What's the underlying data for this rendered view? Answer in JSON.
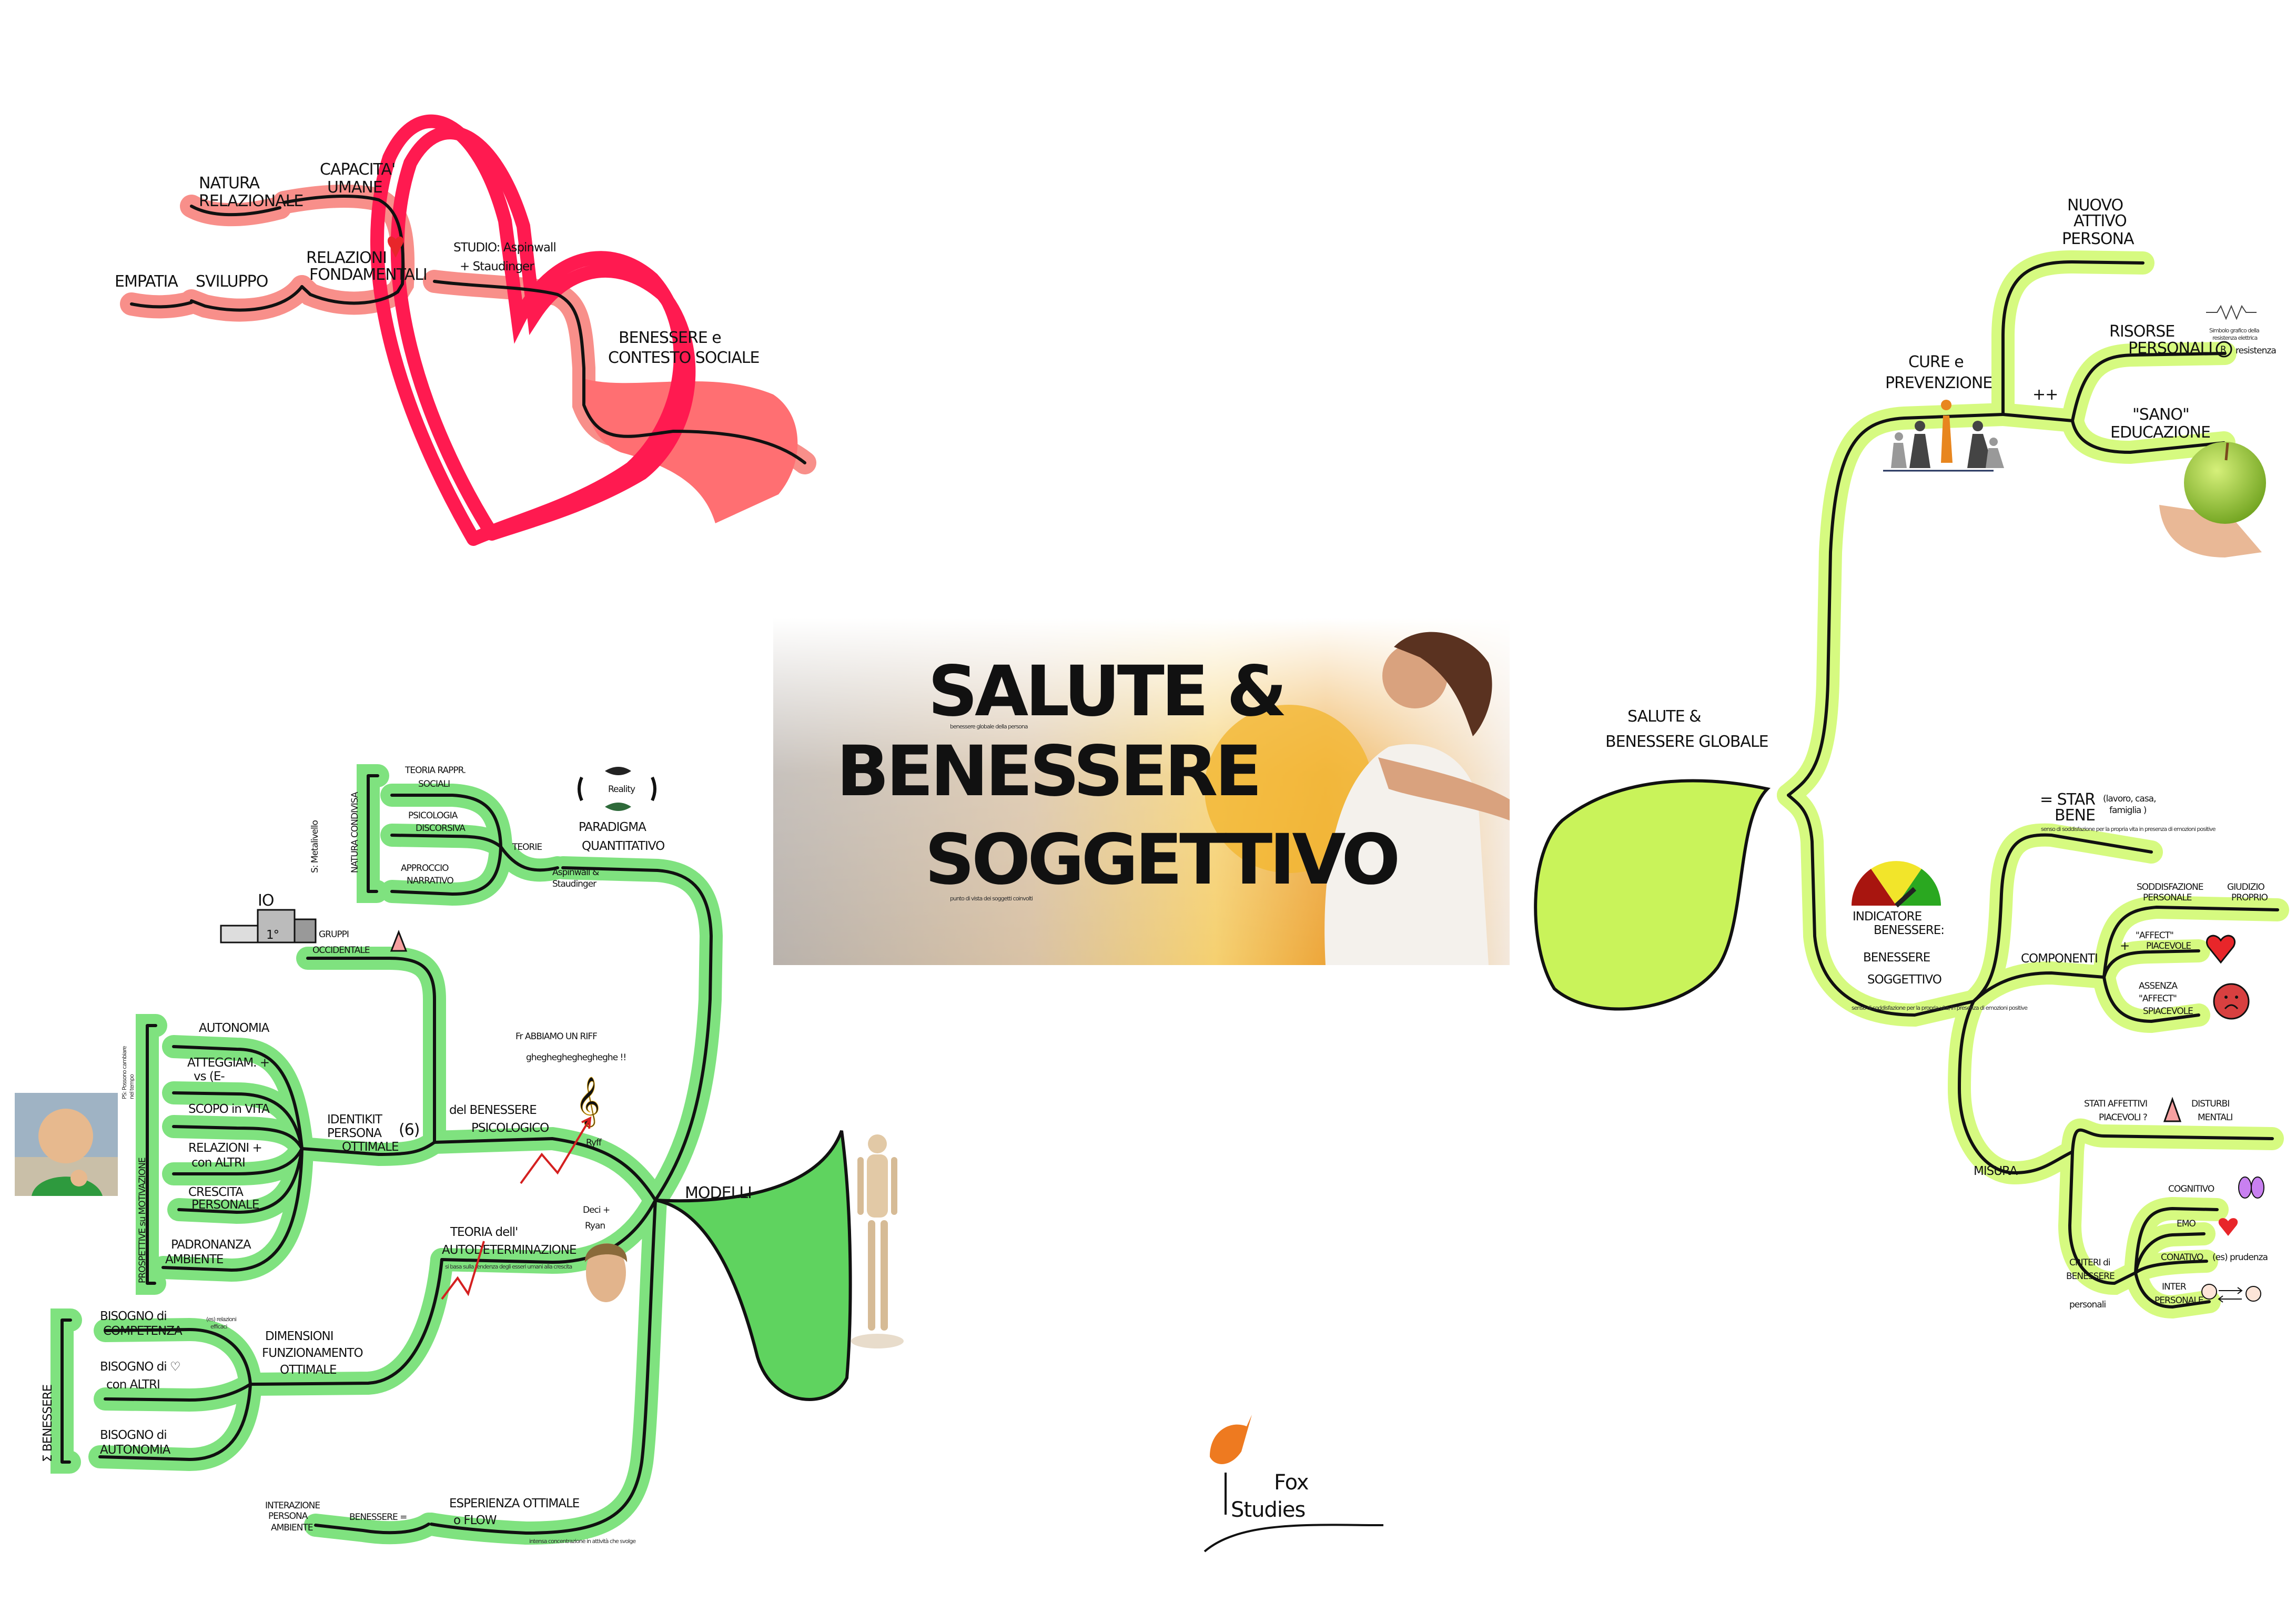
{
  "colors": {
    "lime": "#d6fa80",
    "green": "#7fe27f",
    "pink": "#f88f8a",
    "heart_red": "#ff1a50",
    "ink": "#111111"
  },
  "title": {
    "lines": [
      "SALUTE &",
      "BENESSERE",
      "SOGGETTIVO"
    ],
    "caption_top": "benessere globale della persona",
    "caption_bottom": "punto di vista dei soggetti coinvolti"
  },
  "red_branch": {
    "natura_relazionale": [
      "NATURA",
      "RELAZIONALE"
    ],
    "capacita_umane": [
      "CAPACITA'",
      "UMANE"
    ],
    "relazioni_fondamentali": [
      "RELAZIONI",
      "FONDAMENTALI"
    ],
    "sviluppo": "SVILUPPO",
    "empatia": "EMPATIA",
    "studio": [
      "STUDIO: Aspinwall",
      "+ Staudinger"
    ],
    "contesto": [
      "BENESSERE e",
      "CONTESTO SOCIALE"
    ]
  },
  "right_branch": {
    "root": [
      "SALUTE &",
      "BENESSERE GLOBALE"
    ],
    "nuovo_ruolo": [
      "NUOVO",
      "ATTIVO",
      "PERSONA"
    ],
    "cure": [
      "CURE e",
      "PREVENZIONE"
    ],
    "plus": "++",
    "risorse": [
      "RISORSE",
      "PERSONALI"
    ],
    "resistenza": "resistenza",
    "resistenza_mark": "R",
    "resistor_caption": [
      "Simbolo grafico della",
      "resistenza elettrica"
    ],
    "sano": [
      "\"SANO\"",
      "EDUCAZIONE"
    ],
    "indicatore": [
      "INDICATORE",
      "BENESSERE:"
    ],
    "soggettivo": [
      "BENESSERE",
      "SOGGETTIVO"
    ],
    "soggettivo_caption": "senso di soddisfazione per la propria vita, in presenza di emozioni positive",
    "star_bene": [
      "= STAR",
      "BENE"
    ],
    "star_bene_note": [
      "(lavoro, casa,",
      "famiglia )"
    ],
    "star_bene_caption": "senso di soddisfazione per la propria vita in presenza di emozioni positive",
    "componenti": "COMPONENTI",
    "soddisfazione": [
      "SODDISFAZIONE",
      "PERSONALE"
    ],
    "giudizio": [
      "GIUDIZIO",
      "PROPRIO"
    ],
    "affect_plus": "+",
    "piacevole": [
      "\"AFFECT\"",
      "PIACEVOLE"
    ],
    "spiacevole": [
      "ASSENZA",
      "\"AFFECT\"",
      "SPIACEVOLE"
    ],
    "misura": "MISURA",
    "stati": [
      "STATI AFFETTIVI",
      "PIACEVOLI ?"
    ],
    "disturbi": [
      "DISTURBI",
      "MENTALI"
    ],
    "criteri": [
      "CRITERI di",
      "BENESSERE"
    ],
    "personali": "personali",
    "cognitivo": "COGNITIVO",
    "emo": "EMO",
    "conativo": "CONATIVO",
    "prudenza": "(es) prudenza",
    "interpersonale": [
      "INTER",
      "PERSONALE"
    ]
  },
  "left_branch": {
    "modelli": "MODELLI",
    "paradigma": [
      "PARADIGMA",
      "QUANTITATIVO"
    ],
    "reality": "Reality",
    "teorie": "TEORIE",
    "aspinwall": [
      "Aspinwall &",
      "Staudinger"
    ],
    "teoria_rappr": [
      "TEORIA RAPPR.",
      "SOCIALI"
    ],
    "psicologia": [
      "PSICOLOGIA",
      "DISCORSIVA"
    ],
    "approccio": [
      "APPROCCIO",
      "NARRATIVO"
    ],
    "natura_condivisa": "NATURA CONDIVISA",
    "metalivello": "S: Metalivello",
    "io": "IO",
    "primo": "1°",
    "gruppi": [
      "GRUPPI",
      "OCCIDENTALE"
    ],
    "identikit": [
      "IDENTIKIT",
      "PERSONA",
      "OTTIMALE"
    ],
    "identikit_count": "(6)",
    "psicologico": [
      "del BENESSERE",
      "PSICOLOGICO"
    ],
    "ryff": "Ryff",
    "riff": [
      "Fr ABBIAMO UN RIFF",
      "gheghegheghegheghe !!"
    ],
    "dimensioni_identikit": [
      [
        "AUTONOMIA"
      ],
      [
        "ATTEGGIAM. +",
        "vs (E-"
      ],
      [
        "SCOPO in VITA"
      ],
      [
        "RELAZIONI +",
        "con ALTRI"
      ],
      [
        "CRESCITA",
        "PERSONALE"
      ],
      [
        "PADRONANZA",
        "AMBIENTE"
      ]
    ],
    "prospettive": "PROSPETTIVE su MOTIVAZIONE",
    "ps_note": [
      "PS: Possono cambiare",
      "nel tempo"
    ],
    "autodeterminazione": [
      "TEORIA dell'",
      "AUTODETERMINAZIONE"
    ],
    "autodeterminazione_caption": "si basa sulla tendenza degli esseri umani alla crescita",
    "deci_ryan": [
      "Deci +",
      "Ryan"
    ],
    "funzionamento": [
      "DIMENSIONI",
      "FUNZIONAMENTO",
      "OTTIMALE"
    ],
    "bisogni": [
      [
        "BISOGNO di",
        "COMPETENZA"
      ],
      [
        "BISOGNO di ♡",
        "con ALTRI"
      ],
      [
        "BISOGNO di",
        "AUTONOMIA"
      ]
    ],
    "relazioni_efficaci": [
      "(es) relazioni",
      "efficaci"
    ],
    "somma_benessere": "Σ BENESSERE",
    "interazione": [
      "INTERAZIONE",
      "PERSONA",
      "AMBIENTE"
    ],
    "benessere_eq": "BENESSERE =",
    "flow": [
      "ESPERIENZA OTTIMALE",
      "o FLOW"
    ],
    "flow_caption": "intensa concentrazione in attività che svolge"
  },
  "logo": {
    "line1": "Fox",
    "line2": "Studies"
  }
}
